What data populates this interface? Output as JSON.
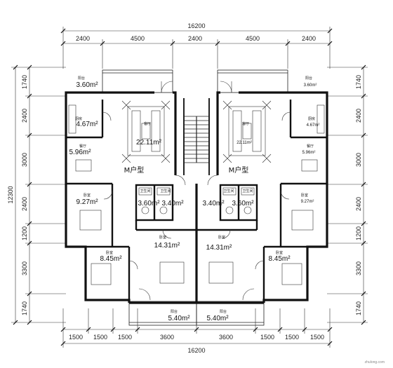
{
  "dimensions": {
    "top_total": "16200",
    "top_segments": [
      "2400",
      "4500",
      "2400",
      "4500",
      "2400"
    ],
    "bottom_total": "16200",
    "bottom_segments": [
      "1500",
      "1500",
      "1500",
      "3600",
      "3600",
      "1500",
      "1500",
      "1500"
    ],
    "left_total": "12300",
    "left_segments": [
      "1740",
      "2400",
      "3000",
      "2400",
      "1200",
      "3300",
      "1740"
    ],
    "right_segments": [
      "1740",
      "2400",
      "3000",
      "2400",
      "1200",
      "3300",
      "1740"
    ]
  },
  "units": [
    {
      "type_label": "M户型",
      "living": {
        "label": "客厅",
        "area": "22.11m²"
      },
      "dining": {
        "label": "餐厅",
        "area": "5.96m²"
      },
      "kitchen": {
        "label": "厨房",
        "area": "4.67m²"
      },
      "balcony_top": {
        "label": "阳台",
        "area": "3.60m²"
      },
      "bedroom_side": {
        "label": "卧室",
        "area": "9.27m²"
      },
      "bath_a": {
        "label": "卫生间",
        "area": "3.60m²"
      },
      "bath_b": {
        "label": "卫生间",
        "area": "3.40m²"
      },
      "bedroom_master": {
        "label": "卧室",
        "area": "14.31m²"
      },
      "bedroom_small": {
        "label": "卧室",
        "area": "8.45m²"
      },
      "balcony_bottom": {
        "label": "阳台",
        "area": "5.40m²"
      }
    },
    {
      "type_label": "M户型",
      "living": {
        "label": "客厅",
        "area": "22.11m²"
      },
      "dining": {
        "label": "餐厅",
        "area": "5.96m²"
      },
      "kitchen": {
        "label": "厨房",
        "area": "4.67m²"
      },
      "balcony_top": {
        "label": "阳台",
        "area": "3.60m²"
      },
      "bedroom_side": {
        "label": "卧室",
        "area": "9.27m²"
      },
      "bath_a": {
        "label": "卫生间",
        "area": "3.60m²"
      },
      "bath_b": {
        "label": "卫生间",
        "area": "3.40m²"
      },
      "bedroom_master": {
        "label": "卧室",
        "area": "14.31m²"
      },
      "bedroom_small": {
        "label": "卧室",
        "area": "8.45m²"
      },
      "balcony_bottom": {
        "label": "阳台",
        "area": "5.40m²"
      }
    }
  ],
  "watermark": "zhulong.com"
}
